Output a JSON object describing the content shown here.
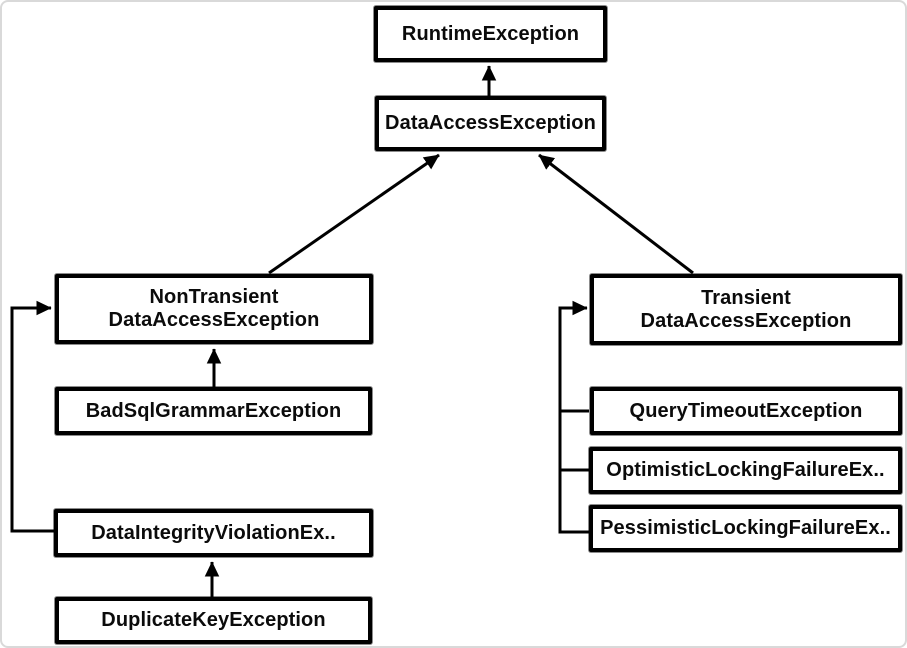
{
  "diagram": {
    "description": "Spring DataAccessException class hierarchy",
    "nodes": {
      "runtime": {
        "label": "RuntimeException"
      },
      "data_access": {
        "label": "DataAccessException"
      },
      "non_transient": {
        "line1": "NonTransient",
        "line2": "DataAccessException"
      },
      "bad_sql": {
        "label": "BadSqlGrammarException"
      },
      "data_integrity": {
        "label": "DataIntegrityViolationEx.."
      },
      "duplicate_key": {
        "label": "DuplicateKeyException"
      },
      "transient": {
        "line1": "Transient",
        "line2": "DataAccessException"
      },
      "query_timeout": {
        "label": "QueryTimeoutException"
      },
      "optimistic": {
        "label": "OptimisticLockingFailureEx.."
      },
      "pessimistic": {
        "label": "PessimisticLockingFailureEx.."
      }
    },
    "edges": [
      {
        "from": "DataAccessException",
        "to": "RuntimeException",
        "relation": "extends"
      },
      {
        "from": "NonTransientDataAccessException",
        "to": "DataAccessException",
        "relation": "extends"
      },
      {
        "from": "TransientDataAccessException",
        "to": "DataAccessException",
        "relation": "extends"
      },
      {
        "from": "BadSqlGrammarException",
        "to": "NonTransientDataAccessException",
        "relation": "extends"
      },
      {
        "from": "DataIntegrityViolationEx..",
        "to": "NonTransientDataAccessException",
        "relation": "extends"
      },
      {
        "from": "DuplicateKeyException",
        "to": "DataIntegrityViolationEx..",
        "relation": "extends"
      },
      {
        "from": "QueryTimeoutException",
        "to": "TransientDataAccessException",
        "relation": "extends"
      },
      {
        "from": "OptimisticLockingFailureEx..",
        "to": "TransientDataAccessException",
        "relation": "extends"
      },
      {
        "from": "PessimisticLockingFailureEx..",
        "to": "TransientDataAccessException",
        "relation": "extends"
      }
    ],
    "colors": {
      "node_border": "#000000",
      "node_fill": "#ffffff",
      "text": "#0b0b0b",
      "connector": "#000000",
      "canvas_background": "#ffffff",
      "canvas_border": "#d9d9d9"
    }
  }
}
